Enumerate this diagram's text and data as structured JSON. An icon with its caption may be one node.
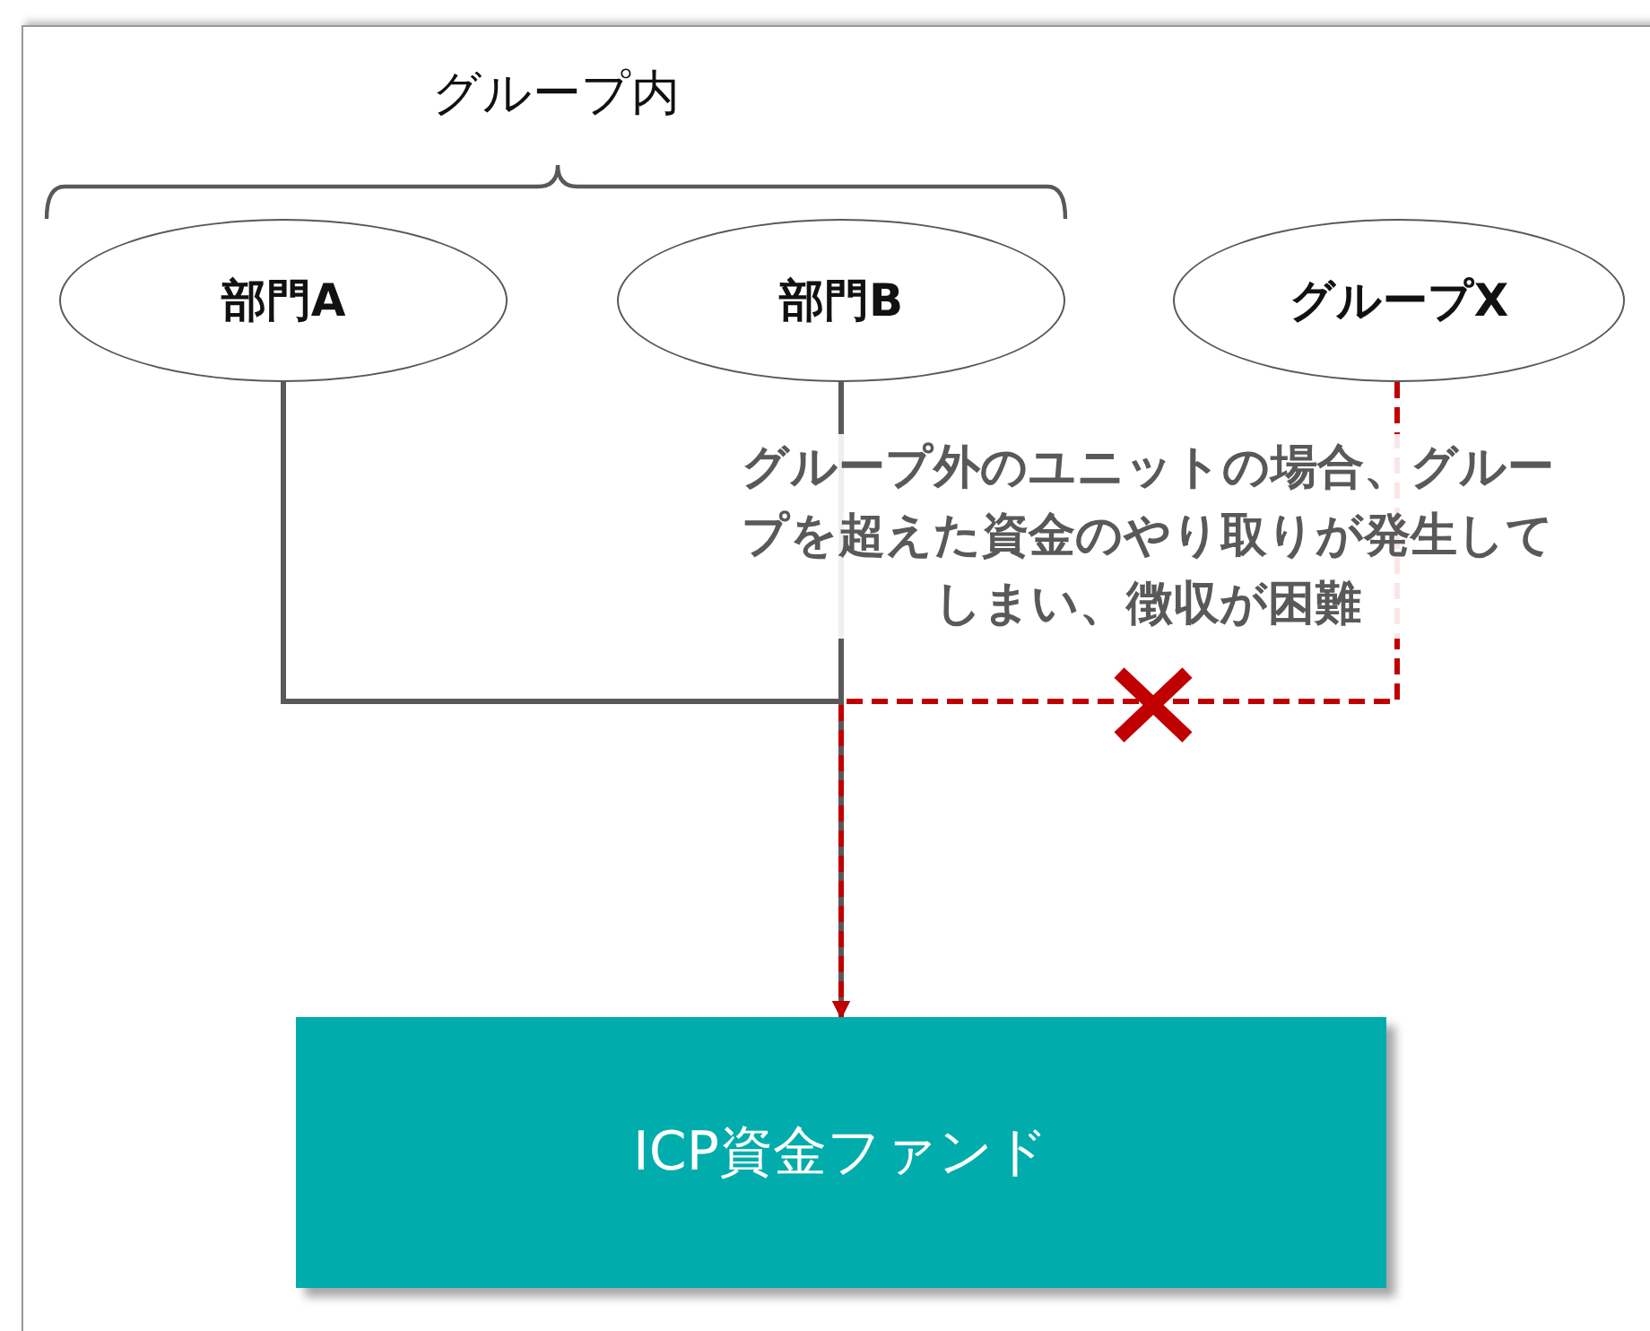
{
  "diagram": {
    "nodes": [
      {
        "text": [
          "部門A"
        ]
      },
      {
        "text": [
          "部門B"
        ]
      },
      {
        "text": [
          "グループX"
        ]
      },
      {
        "text": [
          "ICP資金ファンド"
        ]
      }
    ],
    "edges": [
      {
        "from": 0,
        "to": 3,
        "arrow": "to"
      },
      {
        "from": 1,
        "to": 3,
        "arrow": "to"
      },
      {
        "from": 2,
        "to": 3,
        "arrow": "to",
        "style": "dashed",
        "color": "#c00000"
      }
    ],
    "labels": [
      "グループ内",
      "グループ外のユニットの場合、グループを超えた資金のやり取りが発生してしまい、徴収が困難"
    ]
  }
}
